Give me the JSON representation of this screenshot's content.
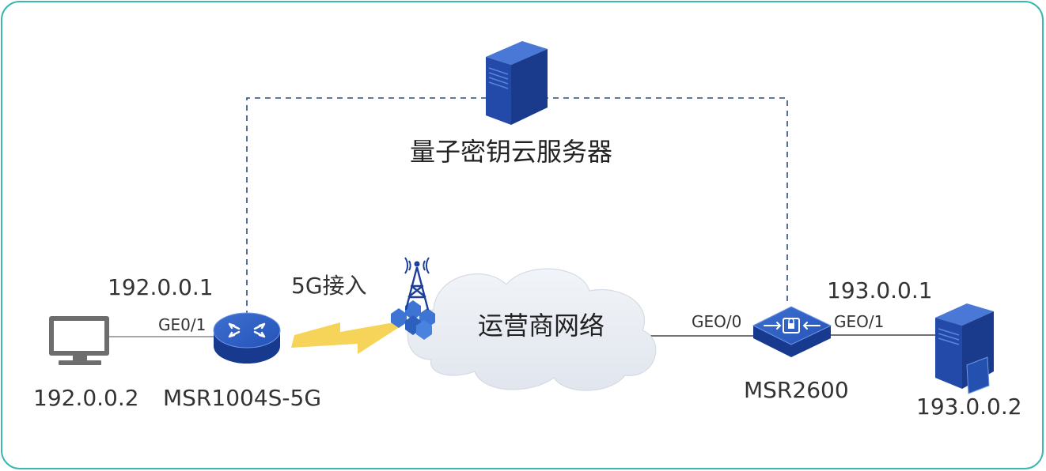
{
  "labels": {
    "server_title": "量子密钥云服务器",
    "cloud_label": "运营商网络",
    "access_label": "5G接入",
    "pc_ip": "192.0.0.2",
    "router1_ip": "192.0.0.1",
    "router1_port": "GE0/1",
    "router1_name": "MSR1004S-5G",
    "router2_port_left": "GEO/0",
    "router2_port_right": "GEO/1",
    "router2_name": "MSR2600",
    "router2_ip": "193.0.0.1",
    "host_ip": "193.0.0.2"
  },
  "colors": {
    "frame_border": "#39b7b0",
    "device_blue": "#1d3f9a",
    "dashed_line": "#2a4d7e",
    "lightning": "#f6d45a",
    "cloud": "#e9edf3"
  },
  "icons": {
    "pc": "desktop-monitor-icon",
    "router1": "router-icon",
    "tower": "cell-tower-icon",
    "cloud": "cloud-icon",
    "router2": "security-gateway-icon",
    "server": "server-tower-icon",
    "host": "server-host-icon"
  }
}
